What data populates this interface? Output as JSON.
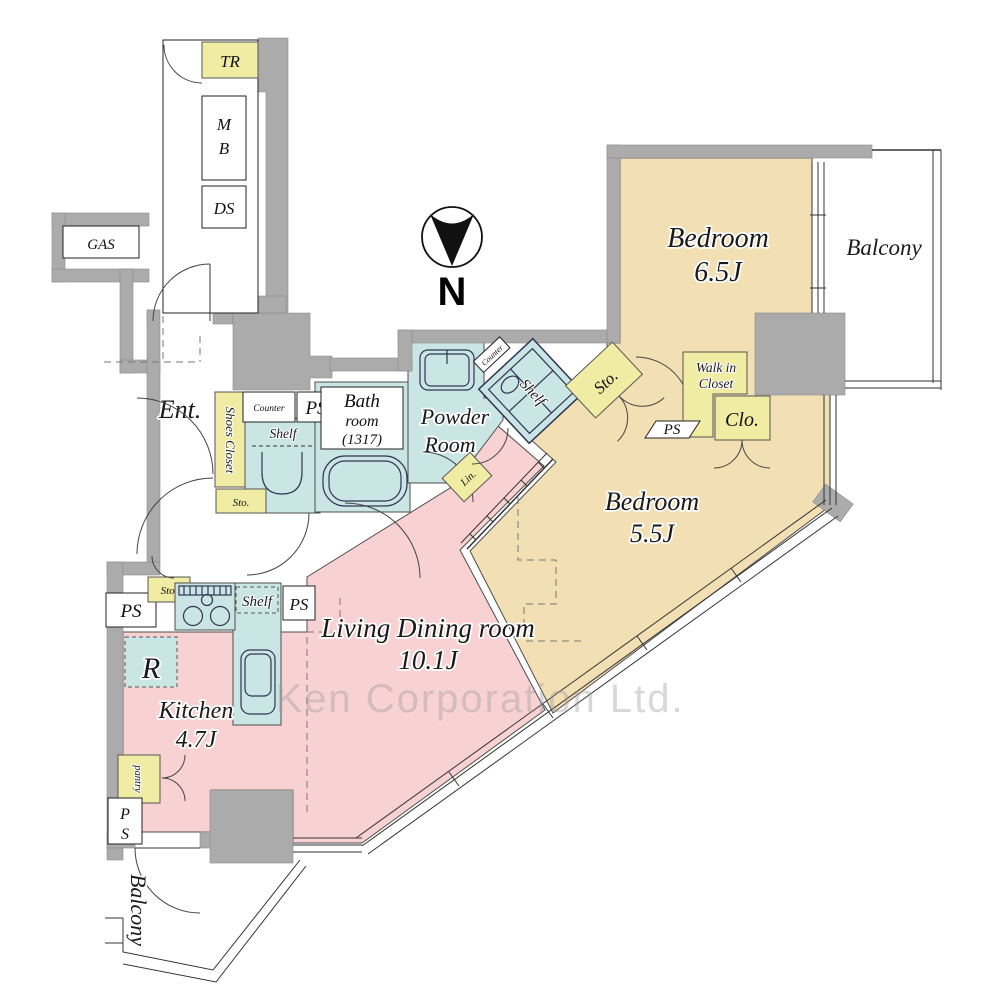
{
  "watermark": "Ken Corporation Ltd.",
  "compass": {
    "label": "N"
  },
  "colors": {
    "wall_gray": "#ABABAB",
    "room_tan": "#F2DFB4",
    "room_pink": "#F8D2D2",
    "room_cyan": "#C9E6E4",
    "storage_yellow": "#F1ECA3",
    "outline": "#4d4d4d"
  },
  "rooms": {
    "bedroom_65": {
      "name": "Bedroom",
      "size": "6.5J"
    },
    "bedroom_55": {
      "name": "Bedroom",
      "size": "5.5J"
    },
    "living_dining": {
      "name": "Living Dining room",
      "size": "10.1J"
    },
    "kitchen": {
      "name": "Kitchen",
      "size": "4.7J"
    },
    "bathroom": {
      "l1": "Bath",
      "l2": "room",
      "l3": "(1317)"
    },
    "powder_room": {
      "l1": "Powder",
      "l2": "Room"
    },
    "entrance": {
      "label": "Ent."
    },
    "balcony_top": {
      "label": "Balcony"
    },
    "balcony_bottom": {
      "label": "Balcony"
    }
  },
  "storage": {
    "tr": "TR",
    "mb_l1": "M",
    "mb_l2": "B",
    "ds": "DS",
    "gas": "GAS",
    "shoes_closet": "Shoes Closet",
    "sto": "Sto.",
    "walk_in_l1": "Walk in",
    "walk_in_l2": "Closet",
    "clo": "Clo.",
    "lin": "Lin.",
    "pantry": "pantry",
    "refrigerator": "R"
  },
  "fixtures": {
    "ps": "PS",
    "ps_l1": "P",
    "ps_l2": "S",
    "counter": "Counter",
    "shelf": "Shelf"
  }
}
